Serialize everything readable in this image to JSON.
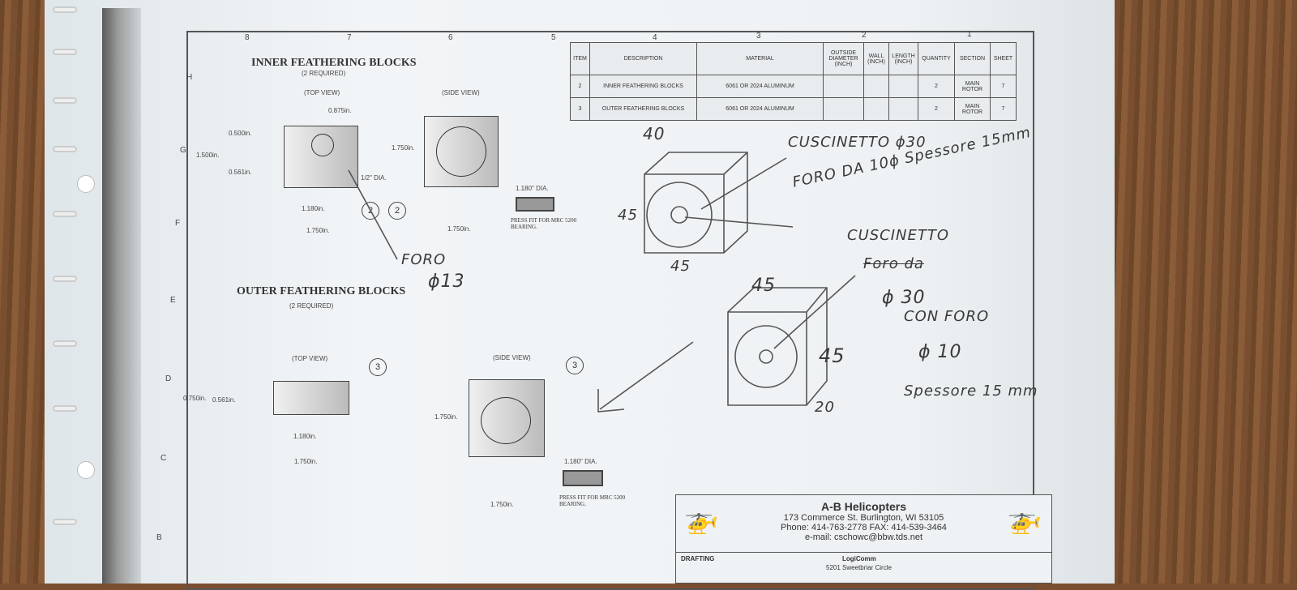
{
  "zones_top": [
    "8",
    "7",
    "6",
    "5",
    "4",
    "3",
    "2",
    "1"
  ],
  "zones_side": [
    "H",
    "G",
    "F",
    "E",
    "D",
    "C",
    "B"
  ],
  "inner": {
    "title": "INNER FEATHERING BLOCKS",
    "required": "(2 REQUIRED)",
    "top_view": "(TOP VIEW)",
    "side_view": "(SIDE VIEW)",
    "dims": {
      "d0875": "0.875in.",
      "d0500": "0.500in.",
      "d1500": "1.500in.",
      "d0561": "0.561in.",
      "dia12": "1/2\" DIA.",
      "d1180": "1.180in.",
      "d1750a": "1.750in.",
      "d1750b": "1.750in.",
      "d1750c": "1.750in.",
      "dia1180": "1.180\" DIA."
    },
    "balloon": "2",
    "press_fit": "PRESS FIT FOR MRC 5200 BEARING."
  },
  "outer": {
    "title": "OUTER FEATHERING BLOCKS",
    "required": "(2 REQUIRED)",
    "top_view": "(TOP VIEW)",
    "side_view": "(SIDE VIEW)",
    "dims": {
      "d0750": "0.750in.",
      "d0561": "0.561in.",
      "d1180": "1.180in.",
      "d1750a": "1.750in.",
      "d1750b": "1.750in.",
      "d1750c": "1.750in.",
      "dia1180": "1.180\" DIA."
    },
    "balloon": "3",
    "press_fit": "PRESS FIT FOR MRC 5200 BEARING."
  },
  "bom": {
    "headers": [
      "ITEM",
      "DESCRIPTION",
      "MATERIAL",
      "OUTSIDE DIAMETER (INCH)",
      "WALL (INCH)",
      "LENGTH (INCH)",
      "QUANTITY",
      "SECTION",
      "SHEET"
    ],
    "rows": [
      [
        "2",
        "INNER FEATHERING BLOCKS",
        "6061 OR 2024 ALUMINUM",
        "",
        "",
        "",
        "2",
        "MAIN ROTOR",
        "7"
      ],
      [
        "3",
        "OUTER FEATHERING BLOCKS",
        "6061 OR 2024 ALUMINUM",
        "",
        "",
        "",
        "2",
        "MAIN ROTOR",
        "7"
      ]
    ]
  },
  "title_block": {
    "company": "A-B Helicopters",
    "address": "173 Commerce St. Burlington, WI 53105",
    "phone": "Phone: 414-763-2778  FAX: 414-539-3464",
    "email": "e-mail: cschowc@bbw.tds.net",
    "drafting": "DRAFTING",
    "logicomm": "LogiComm",
    "street": "5201 Sweetbriar Circle"
  },
  "notes": {
    "n40": "40",
    "cusc1": "CUSCINETTO ϕ30",
    "foro10": "FORO DA 10ϕ  Spessore 15mm",
    "s45a": "45",
    "s45b": "45",
    "foro13a": "FORO",
    "foro13b": "ϕ13",
    "cusc2": "CUSCINETTO",
    "foroda": "Foro da",
    "phi30": "ϕ 30",
    "conforo": "CON FORO",
    "phi10": "ϕ 10",
    "s45c": "45",
    "s45d": "45",
    "s20": "20",
    "spess2": "Spessore 15 mm"
  }
}
